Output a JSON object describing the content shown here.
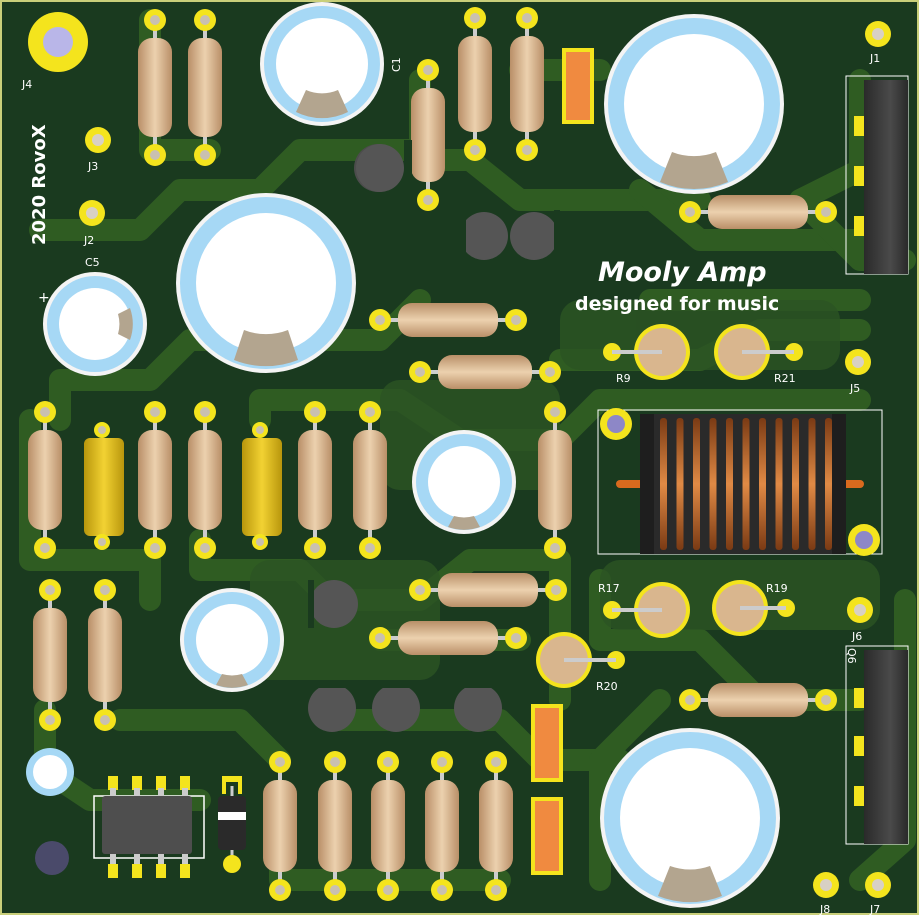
{
  "board": {
    "title": "Mooly Amp",
    "subtitle": "designed for music",
    "author": "2020 RovoX",
    "colors": {
      "substrate": "#1a3a1f",
      "copper": "#2f5c22",
      "silkscreen": "#ffffff",
      "pad": "#f4e41d",
      "resistor_body": "#d9b68e",
      "capacitor_body": "#a6d8f5",
      "film_cap": "#e8a338",
      "inductor_copper": "#c26a2a"
    }
  },
  "labels": {
    "J1": "J1",
    "J2": "J2",
    "J3": "J3",
    "J4": "J4",
    "J5": "J5",
    "J6": "J6",
    "J7": "J7",
    "J8": "J8",
    "C1": "C1",
    "C5": "C5",
    "R9": "R9",
    "R21": "R21",
    "R17": "R17",
    "R19": "R19",
    "R20": "R20",
    "Q6": "Q6",
    "plus1": "+",
    "plus2": "+"
  }
}
